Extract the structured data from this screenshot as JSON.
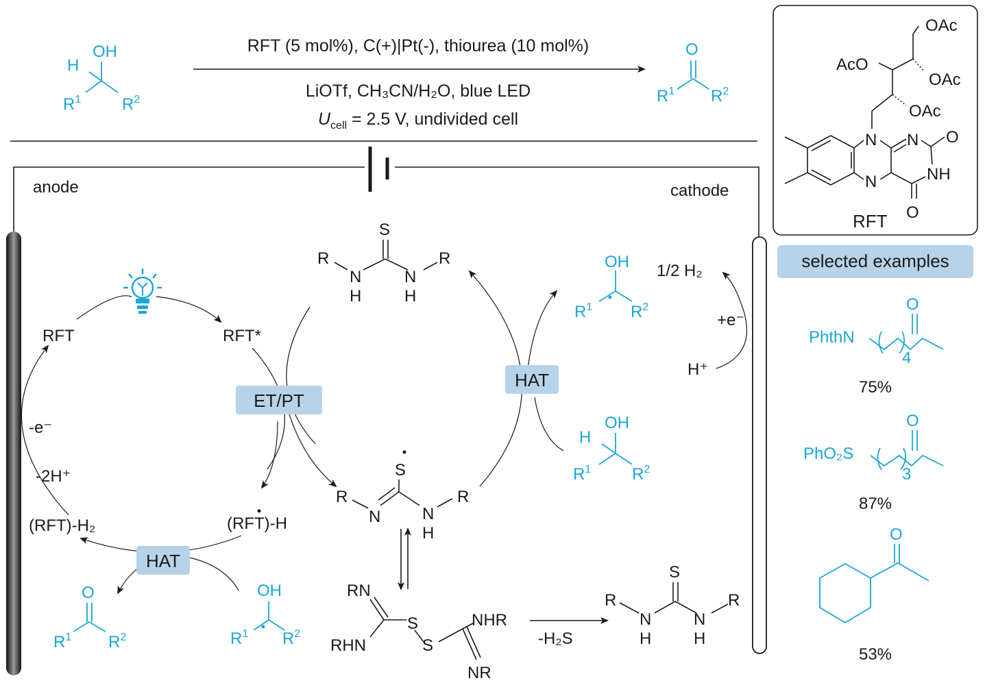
{
  "colors": {
    "cyan": "#1aa6d6",
    "black": "#1a1a1a",
    "label_box": "#b6d3ea"
  },
  "icons": {
    "lightbulb": "lightbulb-icon",
    "battery": "battery-icon"
  },
  "reaction": {
    "reactant": {
      "oh": "OH",
      "h": "H",
      "r1": "R",
      "r1_sup": "1",
      "r2": "R",
      "r2_sup": "2"
    },
    "product": {
      "o": "O",
      "r1": "R",
      "r1_sup": "1",
      "r2": "R",
      "r2_sup": "2"
    },
    "conditions_top": "RFT (5 mol%), C(+)|Pt(-), thiourea (10 mol%)",
    "conditions_mid": "LiOTf, CH₃CN/H₂O, blue LED",
    "conditions_u": "U",
    "conditions_u_sub": "cell",
    "conditions_u_rest": " = 2.5 V, undivided cell"
  },
  "rft_structure": {
    "oac1": "OAc",
    "aco": "AcO",
    "oac2": "OAc",
    "oac3": "OAc",
    "n1": "N",
    "n2": "N",
    "n3": "N",
    "nh": "NH",
    "o1": "O",
    "o2": "O",
    "label": "RFT"
  },
  "cell": {
    "anode": "anode",
    "cathode": "cathode"
  },
  "cycle": {
    "rft": "RFT",
    "rft_star": "RFT*",
    "minus_e": "-e⁻",
    "minus_2h": "-2H⁺",
    "rft_h2": "(RFT)-H₂",
    "rft_h": "(RFT)-H",
    "hat_lower": "HAT",
    "et_pt": "ET/PT",
    "hat_upper": "HAT",
    "half_h2": "1/2 H₂",
    "plus_e": "+e⁻",
    "h_plus": "H⁺"
  },
  "thiourea": {
    "s": "S",
    "r": "R",
    "nh": "N",
    "h": "H",
    "radical_n": "N",
    "disulfide": {
      "rn": "RN",
      "rhn": "RHN",
      "s": "S",
      "nhr": "NHR",
      "nr": "NR"
    },
    "minus_h2s": "-H₂S"
  },
  "examples": {
    "header": "selected examples",
    "ex1": {
      "phthn": "PhthN",
      "n": "4",
      "o": "O",
      "yield": "75%"
    },
    "ex2": {
      "pho2s": "PhO₂S",
      "n": "3",
      "o": "O",
      "yield": "87%"
    },
    "ex3": {
      "o": "O",
      "yield": "53%"
    }
  },
  "alcohols": {
    "oh": "OH",
    "h": "H",
    "r1": "R",
    "r1_sup": "1",
    "r2": "R",
    "r2_sup": "2"
  }
}
